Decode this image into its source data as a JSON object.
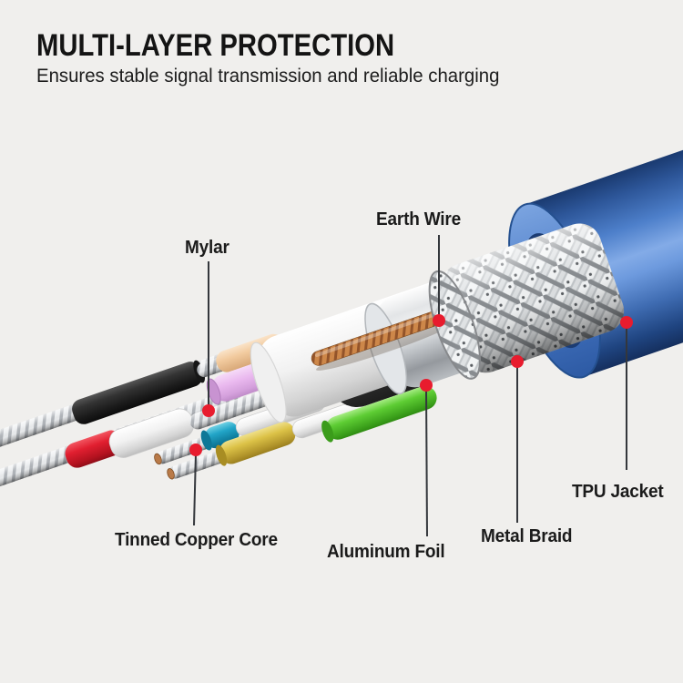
{
  "header": {
    "title": "MULTI-LAYER PROTECTION",
    "subtitle": "Ensures stable signal transmission and reliable charging"
  },
  "diagram": {
    "labels": [
      {
        "id": "mylar",
        "text": "Mylar"
      },
      {
        "id": "earth-wire",
        "text": "Earth Wire"
      },
      {
        "id": "tinned-copper-core",
        "text": "Tinned Copper Core"
      },
      {
        "id": "aluminum-foil",
        "text": "Aluminum Foil"
      },
      {
        "id": "metal-braid",
        "text": "Metal Braid"
      },
      {
        "id": "tpu-jacket",
        "text": "TPU Jacket"
      }
    ],
    "marker_color": "#e81c2e",
    "line_color": "#34373c",
    "layers": [
      {
        "name": "TPU Jacket",
        "color": "#4d7fca"
      },
      {
        "name": "Metal Braid",
        "color": "#c9ccd0"
      },
      {
        "name": "Aluminum Foil",
        "color": "#d9dce0"
      },
      {
        "name": "Mylar",
        "color": "#f2f2f2"
      },
      {
        "name": "Earth Wire",
        "color": "#cd8749"
      },
      {
        "name": "Tinned Copper Core",
        "color": "#e2e4e7"
      }
    ],
    "wire_colors": [
      "#1d1d1d",
      "#e11f30",
      "#f2cb9f",
      "#eab9ef",
      "#ffffff",
      "#22a5c8",
      "#dcc247",
      "#5ecd34"
    ]
  },
  "background": "#f0efed"
}
